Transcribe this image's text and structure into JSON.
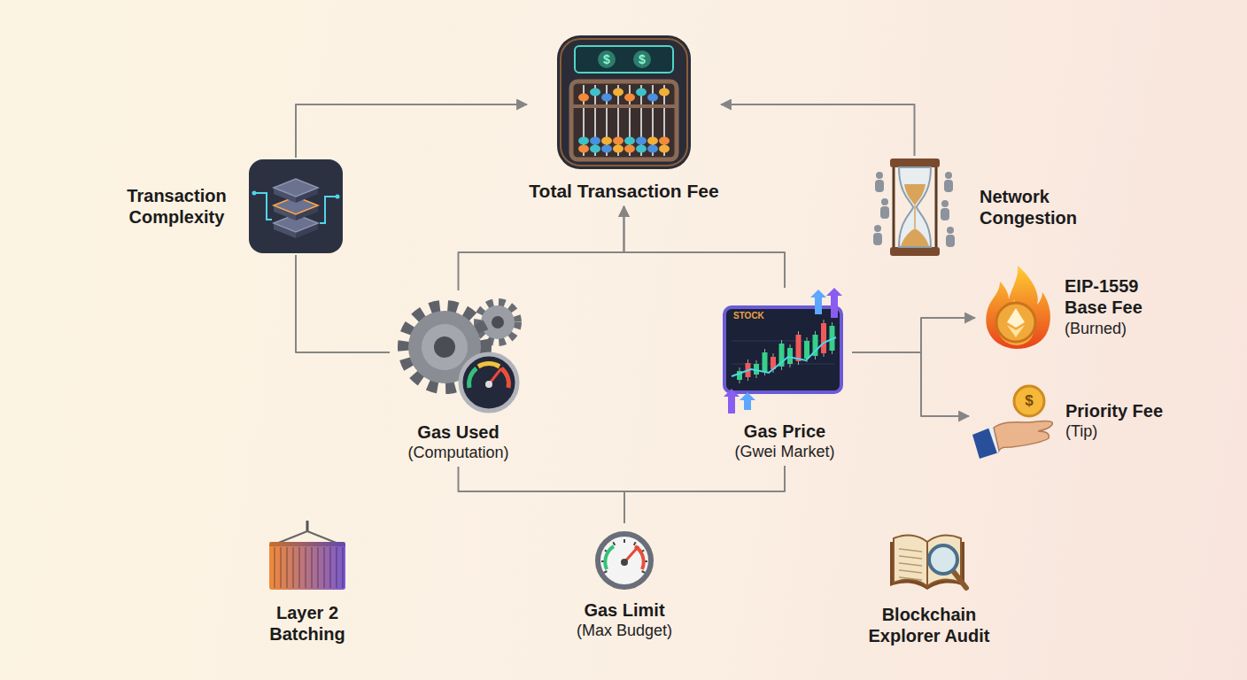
{
  "diagram": {
    "nodes": [
      {
        "text": [
          "Total Transaction Fee"
        ]
      },
      {
        "text": [
          "Transaction Complexity"
        ]
      },
      {
        "text": [
          "Network Congestion"
        ]
      },
      {
        "text": [
          "Gas Used",
          "(Computation)"
        ]
      },
      {
        "text": [
          "Gas Price",
          "(Gwei Market)"
        ]
      },
      {
        "text": [
          "EIP-1559 Base Fee",
          "(Burned)"
        ]
      },
      {
        "text": [
          "Priority Fee",
          "(Tip)"
        ]
      },
      {
        "text": [
          "Layer 2 Batching"
        ]
      },
      {
        "text": [
          "Gas Limit",
          "(Max Budget)"
        ]
      },
      {
        "text": [
          "Blockchain Explorer Audit"
        ]
      }
    ],
    "edges": [
      {
        "from": 1,
        "to": 0,
        "arrow": "to"
      },
      {
        "from": 2,
        "to": 0,
        "arrow": "to"
      },
      {
        "from": 3,
        "to": 0,
        "arrow": "to"
      },
      {
        "from": 4,
        "to": 0,
        "arrow": "to"
      },
      {
        "from": 1,
        "to": 3,
        "arrow": "none"
      },
      {
        "from": 4,
        "to": 5,
        "arrow": "to"
      },
      {
        "from": 4,
        "to": 6,
        "arrow": "to"
      },
      {
        "from": 3,
        "to": 8,
        "arrow": "none"
      },
      {
        "from": 4,
        "to": 8,
        "arrow": "none"
      }
    ],
    "labels": [
      "STOCK",
      "$",
      "$",
      "$"
    ]
  }
}
